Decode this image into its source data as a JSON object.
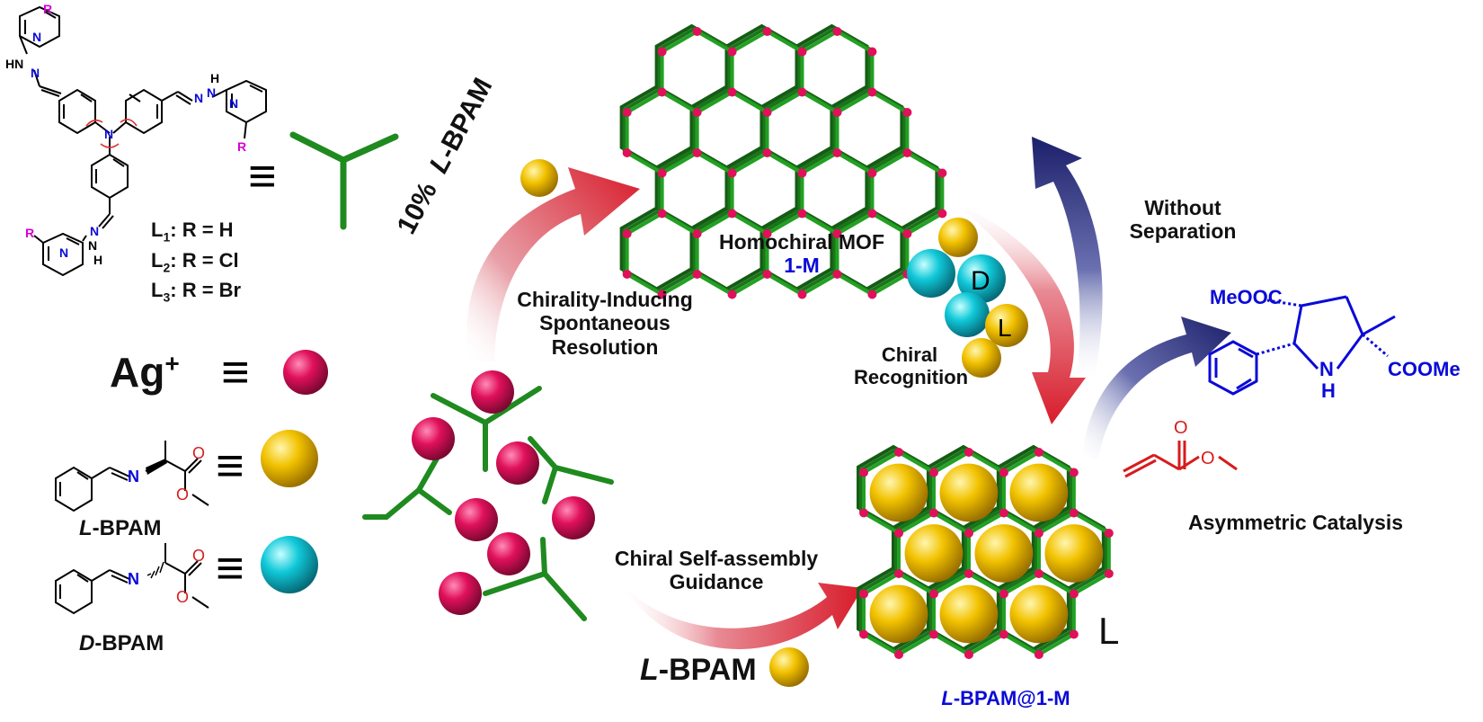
{
  "legend": {
    "ligand_defs": [
      {
        "prefix": "L",
        "sub": "1",
        "text": ": R = H"
      },
      {
        "prefix": "L",
        "sub": "2",
        "text": ": R = Cl"
      },
      {
        "prefix": "L",
        "sub": "3",
        "text": ": R = Br"
      }
    ],
    "ligand_R": "R",
    "hydrazone_NH": "HN",
    "hydrazone_N": "N",
    "hydrazone_H": "H",
    "center_N": "N",
    "equiv": "≡",
    "ag_label": "Ag",
    "ag_charge": "+",
    "l_bpam_label": {
      "italic": "L",
      "rest": "-BPAM"
    },
    "d_bpam_label": {
      "italic": "D",
      "rest": "-BPAM"
    },
    "imine_N": "N",
    "ester_O": "O"
  },
  "cycle": {
    "induce_amount": "10%",
    "induce_agent": {
      "italic": "L",
      "rest": "-BPAM"
    },
    "left_caption": [
      "Chirality-Inducing",
      "Spontaneous",
      "Resolution"
    ],
    "top_title": "Homochiral MOF",
    "top_subtitle": "1-M",
    "recognition_caption": [
      "Chiral",
      "Recognition"
    ],
    "sphere_D": "D",
    "sphere_L": "L",
    "bottom_caption": [
      "Chiral Self-assembly",
      "Guidance"
    ],
    "bottom_agent": {
      "italic": "L",
      "rest": "-BPAM"
    },
    "product_label": {
      "italic": "L",
      "rest": "-BPAM@1-M"
    },
    "mof_sphere_L": "L",
    "without_sep": [
      "Without",
      "Separation"
    ]
  },
  "catalysis": {
    "ester_left": "MeOOC",
    "ester_right": "COOMe",
    "nh_N": "N",
    "nh_H": "H",
    "acrylate_O": "O",
    "caption": "Asymmetric Catalysis"
  },
  "colors": {
    "ligand_green": "#1f8a1f",
    "ag_magenta": "#e0105a",
    "l_gold": "#f2c200",
    "d_cyan": "#10c8d8",
    "arrow_red": "#d81b2a",
    "arrow_navy": "#1c1f6a",
    "chem_blue": "#0a0ad8",
    "chem_red": "#d81b1b",
    "R_magenta": "#d400d4"
  }
}
